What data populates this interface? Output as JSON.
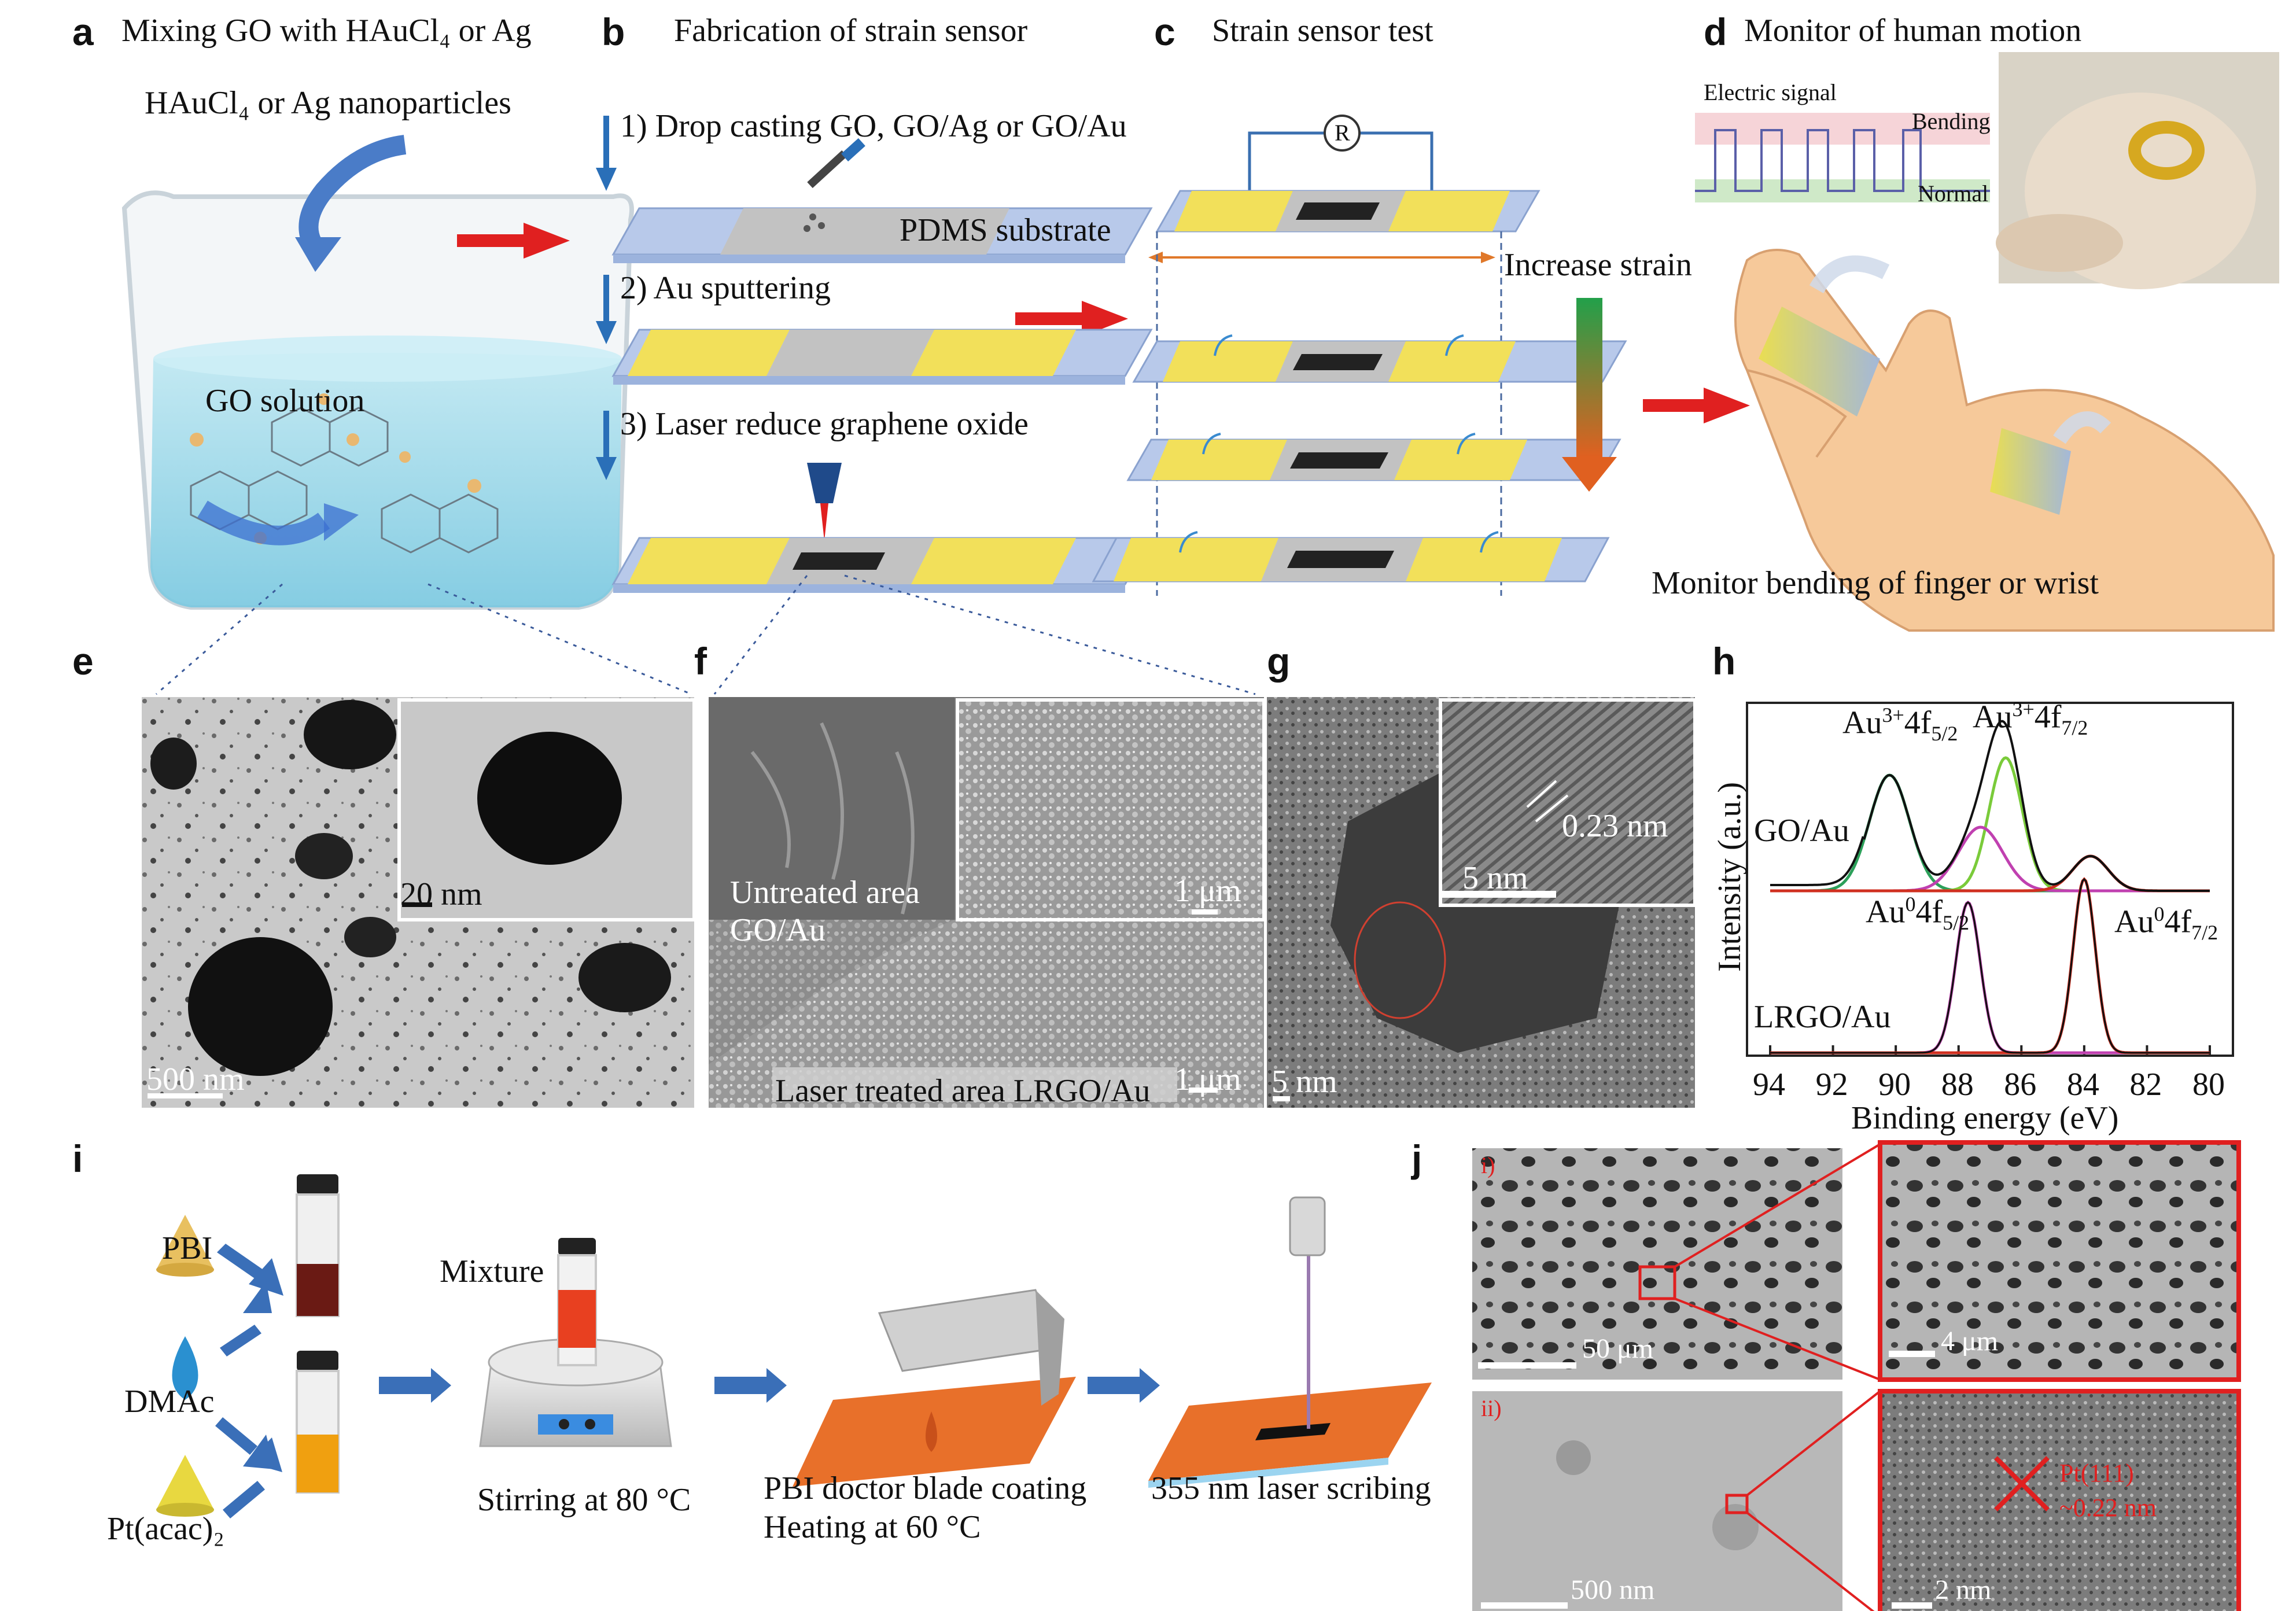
{
  "panels": {
    "a": {
      "letter": "a",
      "title": "Mixing GO with HAuCl₄ or Ag",
      "reagent": "HAuCl₄ or Ag nanoparticles",
      "solution": "GO solution"
    },
    "b": {
      "letter": "b",
      "title": "Fabrication of strain sensor",
      "step1": "1) Drop casting GO, GO/Ag or GO/Au",
      "substrate": "PDMS substrate",
      "step2": "2) Au sputtering",
      "step3": "3) Laser reduce graphene oxide"
    },
    "c": {
      "letter": "c",
      "title": "Strain sensor test",
      "resistor": "R",
      "strain": "Increase strain"
    },
    "d": {
      "letter": "d",
      "title": "Monitor of human motion",
      "signal": "Electric signal",
      "bending": "Bending",
      "normal": "Normal",
      "caption": "Monitor bending of finger or wrist"
    },
    "e": {
      "letter": "e",
      "scale_inset": "20 nm",
      "scale_main": "500 nm"
    },
    "f": {
      "letter": "f",
      "untreated_1": "Untreated area",
      "untreated_2": "GO/Au",
      "scale_inset": "1 μm",
      "laser_area": "Laser treated area LRGO/Au",
      "scale_main": "1 μm"
    },
    "g": {
      "letter": "g",
      "lattice": "0.23 nm",
      "scale_inset": "5 nm",
      "scale_main": "5 nm"
    },
    "h": {
      "letter": "h"
    },
    "i": {
      "letter": "i",
      "pbi": "PBI",
      "dmac": "DMAc",
      "pt": "Pt(acac)₂",
      "mixture": "Mixture",
      "stir": "Stirring at 80 °C",
      "coat1": "PBI doctor blade coating",
      "coat2": "Heating at 60 °C",
      "laser": "355 nm laser scribing"
    },
    "j": {
      "letter": "j",
      "label_i": "i)",
      "label_ii": "ii)",
      "scale_i": "50 μm",
      "scale_i_zoom": "4 μm",
      "scale_ii": "500 nm",
      "scale_ii_zoom": "2 nm",
      "pt_label_1": "Pt(111)",
      "pt_label_2": "~0.22 nm"
    }
  },
  "chart_data": {
    "type": "line",
    "xlabel": "Binding energy (eV)",
    "ylabel": "Intensity (a.u.)",
    "xlim": [
      94,
      80
    ],
    "x_ticks": [
      "94",
      "92",
      "90",
      "88",
      "86",
      "84",
      "82",
      "80"
    ],
    "reversed_x": true,
    "series": [
      {
        "name": "GO/Au",
        "peaks": [
          {
            "label": "Au3+4f5/2",
            "x": 90.2
          },
          {
            "label": "Au3+4f7/2",
            "x": 86.5
          },
          {
            "x": 87.3
          },
          {
            "x": 83.8
          }
        ]
      },
      {
        "name": "LRGO/Au",
        "peaks": [
          {
            "label": "Au04f5/2",
            "x": 87.7
          },
          {
            "label": "Au04f7/2",
            "x": 84.0
          }
        ]
      }
    ],
    "annotations": [
      "Au3+4f5/2",
      "Au3+4f7/2",
      "Au04f5/2",
      "Au04f7/2"
    ]
  },
  "colors": {
    "arrow_red": "#e02020",
    "arrow_blue": "#2a6fb8",
    "gold": "#f2e05a",
    "substrate": "#b8c9ea",
    "fit_green": "#2ca05a",
    "fit_magenta": "#c040b0",
    "fit_red": "#d03020",
    "fit_lime": "#7acb3a"
  }
}
